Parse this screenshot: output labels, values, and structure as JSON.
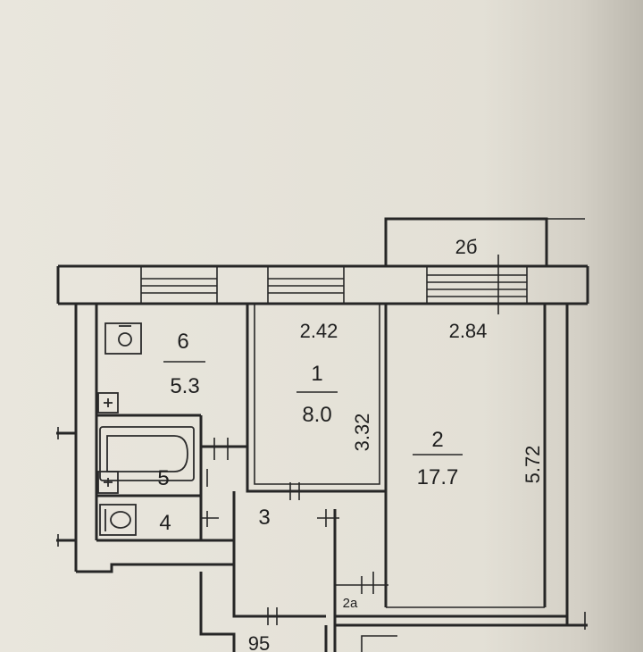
{
  "rooms": {
    "r6": {
      "number": "6",
      "area": "5.3"
    },
    "r1": {
      "number": "1",
      "area": "8.0"
    },
    "r2": {
      "number": "2",
      "area": "17.7"
    },
    "r3": {
      "number": "3"
    },
    "r4": {
      "number": "4"
    },
    "r5": {
      "number": "5"
    },
    "r2a": {
      "number": "2a"
    },
    "r2b": {
      "number": "2б"
    }
  },
  "dimensions": {
    "r1_width": "2.42",
    "r2_width": "2.84",
    "r1_depth": "3.32",
    "r2_depth": "5.72"
  },
  "marks": {
    "apartment_number": "95"
  },
  "colors": {
    "paper": "#e4e1d8",
    "ink": "#262626",
    "red_mark": "#a0283c"
  },
  "icons": [
    "boiler-icon",
    "bathtub-icon",
    "washbasin-icon",
    "toilet-icon",
    "plus-socket-icon"
  ]
}
